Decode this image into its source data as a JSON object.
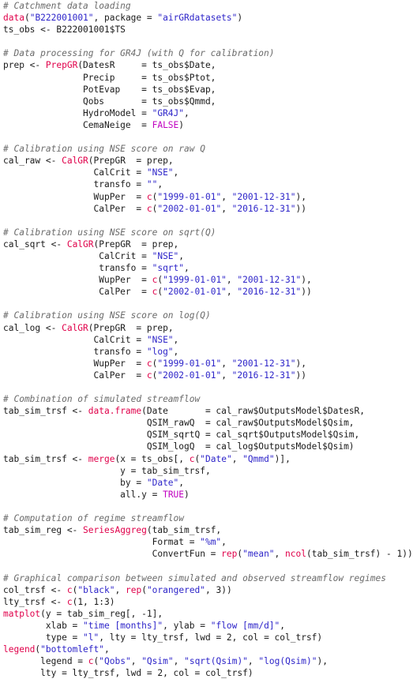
{
  "colors": {
    "comment": "#6b6b6b",
    "string": "#2d24c9",
    "function": "#e0004a",
    "constant": "#c000c0",
    "text": "#1a1a1a"
  },
  "lines": [
    [
      [
        "c",
        "# Catchment data loading"
      ]
    ],
    [
      [
        "f",
        "data"
      ],
      [
        "t",
        "("
      ],
      [
        "s",
        "\"B222001001\""
      ],
      [
        "t",
        ", package = "
      ],
      [
        "s",
        "\"airGRdatasets\""
      ],
      [
        "t",
        ")"
      ]
    ],
    [
      [
        "t",
        "ts_obs <- B222001001$TS"
      ]
    ],
    [],
    [
      [
        "c",
        "# Data processing for GR4J (with Q for calibration)"
      ]
    ],
    [
      [
        "t",
        "prep <- "
      ],
      [
        "f",
        "PrepGR"
      ],
      [
        "t",
        "(DatesR     = ts_obs$Date,"
      ]
    ],
    [
      [
        "t",
        "               Precip     = ts_obs$Ptot,"
      ]
    ],
    [
      [
        "t",
        "               PotEvap    = ts_obs$Evap,"
      ]
    ],
    [
      [
        "t",
        "               Qobs       = ts_obs$Qmmd,"
      ]
    ],
    [
      [
        "t",
        "               HydroModel = "
      ],
      [
        "s",
        "\"GR4J\""
      ],
      [
        "t",
        ","
      ]
    ],
    [
      [
        "t",
        "               CemaNeige  = "
      ],
      [
        "k",
        "FALSE"
      ],
      [
        "t",
        ")"
      ]
    ],
    [],
    [
      [
        "c",
        "# Calibration using NSE score on raw Q"
      ]
    ],
    [
      [
        "t",
        "cal_raw <- "
      ],
      [
        "f",
        "CalGR"
      ],
      [
        "t",
        "(PrepGR  = prep,"
      ]
    ],
    [
      [
        "t",
        "                 CalCrit = "
      ],
      [
        "s",
        "\"NSE\""
      ],
      [
        "t",
        ","
      ]
    ],
    [
      [
        "t",
        "                 transfo = "
      ],
      [
        "s",
        "\"\""
      ],
      [
        "t",
        ","
      ]
    ],
    [
      [
        "t",
        "                 WupPer  = "
      ],
      [
        "f",
        "c"
      ],
      [
        "t",
        "("
      ],
      [
        "s",
        "\"1999-01-01\""
      ],
      [
        "t",
        ", "
      ],
      [
        "s",
        "\"2001-12-31\""
      ],
      [
        "t",
        "),"
      ]
    ],
    [
      [
        "t",
        "                 CalPer  = "
      ],
      [
        "f",
        "c"
      ],
      [
        "t",
        "("
      ],
      [
        "s",
        "\"2002-01-01\""
      ],
      [
        "t",
        ", "
      ],
      [
        "s",
        "\"2016-12-31\""
      ],
      [
        "t",
        "))"
      ]
    ],
    [],
    [
      [
        "c",
        "# Calibration using NSE score on sqrt(Q)"
      ]
    ],
    [
      [
        "t",
        "cal_sqrt <- "
      ],
      [
        "f",
        "CalGR"
      ],
      [
        "t",
        "(PrepGR  = prep,"
      ]
    ],
    [
      [
        "t",
        "                  CalCrit = "
      ],
      [
        "s",
        "\"NSE\""
      ],
      [
        "t",
        ","
      ]
    ],
    [
      [
        "t",
        "                  transfo = "
      ],
      [
        "s",
        "\"sqrt\""
      ],
      [
        "t",
        ","
      ]
    ],
    [
      [
        "t",
        "                  WupPer  = "
      ],
      [
        "f",
        "c"
      ],
      [
        "t",
        "("
      ],
      [
        "s",
        "\"1999-01-01\""
      ],
      [
        "t",
        ", "
      ],
      [
        "s",
        "\"2001-12-31\""
      ],
      [
        "t",
        "),"
      ]
    ],
    [
      [
        "t",
        "                  CalPer  = "
      ],
      [
        "f",
        "c"
      ],
      [
        "t",
        "("
      ],
      [
        "s",
        "\"2002-01-01\""
      ],
      [
        "t",
        ", "
      ],
      [
        "s",
        "\"2016-12-31\""
      ],
      [
        "t",
        "))"
      ]
    ],
    [],
    [
      [
        "c",
        "# Calibration using NSE score on log(Q)"
      ]
    ],
    [
      [
        "t",
        "cal_log <- "
      ],
      [
        "f",
        "CalGR"
      ],
      [
        "t",
        "(PrepGR  = prep,"
      ]
    ],
    [
      [
        "t",
        "                 CalCrit = "
      ],
      [
        "s",
        "\"NSE\""
      ],
      [
        "t",
        ","
      ]
    ],
    [
      [
        "t",
        "                 transfo = "
      ],
      [
        "s",
        "\"log\""
      ],
      [
        "t",
        ","
      ]
    ],
    [
      [
        "t",
        "                 WupPer  = "
      ],
      [
        "f",
        "c"
      ],
      [
        "t",
        "("
      ],
      [
        "s",
        "\"1999-01-01\""
      ],
      [
        "t",
        ", "
      ],
      [
        "s",
        "\"2001-12-31\""
      ],
      [
        "t",
        "),"
      ]
    ],
    [
      [
        "t",
        "                 CalPer  = "
      ],
      [
        "f",
        "c"
      ],
      [
        "t",
        "("
      ],
      [
        "s",
        "\"2002-01-01\""
      ],
      [
        "t",
        ", "
      ],
      [
        "s",
        "\"2016-12-31\""
      ],
      [
        "t",
        "))"
      ]
    ],
    [],
    [
      [
        "c",
        "# Combination of simulated streamflow"
      ]
    ],
    [
      [
        "t",
        "tab_sim_trsf <- "
      ],
      [
        "f",
        "data.frame"
      ],
      [
        "t",
        "(Date       = cal_raw$OutputsModel$DatesR,"
      ]
    ],
    [
      [
        "t",
        "                           QSIM_rawQ  = cal_raw$OutputsModel$Qsim,"
      ]
    ],
    [
      [
        "t",
        "                           QSIM_sqrtQ = cal_sqrt$OutputsModel$Qsim,"
      ]
    ],
    [
      [
        "t",
        "                           QSIM_logQ  = cal_log$OutputsModel$Qsim)"
      ]
    ],
    [
      [
        "t",
        "tab_sim_trsf <- "
      ],
      [
        "f",
        "merge"
      ],
      [
        "t",
        "(x = ts_obs[, "
      ],
      [
        "f",
        "c"
      ],
      [
        "t",
        "("
      ],
      [
        "s",
        "\"Date\""
      ],
      [
        "t",
        ", "
      ],
      [
        "s",
        "\"Qmmd\""
      ],
      [
        "t",
        ")],"
      ]
    ],
    [
      [
        "t",
        "                      y = tab_sim_trsf,"
      ]
    ],
    [
      [
        "t",
        "                      by = "
      ],
      [
        "s",
        "\"Date\""
      ],
      [
        "t",
        ","
      ]
    ],
    [
      [
        "t",
        "                      all.y = "
      ],
      [
        "k",
        "TRUE"
      ],
      [
        "t",
        ")"
      ]
    ],
    [],
    [
      [
        "c",
        "# Computation of regime streamflow"
      ]
    ],
    [
      [
        "t",
        "tab_sim_reg <- "
      ],
      [
        "f",
        "SeriesAggreg"
      ],
      [
        "t",
        "(tab_sim_trsf,"
      ]
    ],
    [
      [
        "t",
        "                            Format = "
      ],
      [
        "s",
        "\"%m\""
      ],
      [
        "t",
        ","
      ]
    ],
    [
      [
        "t",
        "                            ConvertFun = "
      ],
      [
        "f",
        "rep"
      ],
      [
        "t",
        "("
      ],
      [
        "s",
        "\"mean\""
      ],
      [
        "t",
        ", "
      ],
      [
        "f",
        "ncol"
      ],
      [
        "t",
        "(tab_sim_trsf) - 1))"
      ]
    ],
    [],
    [
      [
        "c",
        "# Graphical comparison between simulated and observed streamflow regimes"
      ]
    ],
    [
      [
        "t",
        "col_trsf <- "
      ],
      [
        "f",
        "c"
      ],
      [
        "t",
        "("
      ],
      [
        "s",
        "\"black\""
      ],
      [
        "t",
        ", "
      ],
      [
        "f",
        "rep"
      ],
      [
        "t",
        "("
      ],
      [
        "s",
        "\"orangered\""
      ],
      [
        "t",
        ", 3))"
      ]
    ],
    [
      [
        "t",
        "lty_trsf <- "
      ],
      [
        "f",
        "c"
      ],
      [
        "t",
        "(1, 1:3)"
      ]
    ],
    [
      [
        "f",
        "matplot"
      ],
      [
        "t",
        "(y = tab_sim_reg[, -1],"
      ]
    ],
    [
      [
        "t",
        "        xlab = "
      ],
      [
        "s",
        "\"time [months]\""
      ],
      [
        "t",
        ", ylab = "
      ],
      [
        "s",
        "\"flow [mm/d]\""
      ],
      [
        "t",
        ","
      ]
    ],
    [
      [
        "t",
        "        type = "
      ],
      [
        "s",
        "\"l\""
      ],
      [
        "t",
        ", lty = lty_trsf, lwd = 2, col = col_trsf)"
      ]
    ],
    [
      [
        "f",
        "legend"
      ],
      [
        "t",
        "("
      ],
      [
        "s",
        "\"bottomleft\""
      ],
      [
        "t",
        ","
      ]
    ],
    [
      [
        "t",
        "       legend = "
      ],
      [
        "f",
        "c"
      ],
      [
        "t",
        "("
      ],
      [
        "s",
        "\"Qobs\""
      ],
      [
        "t",
        ", "
      ],
      [
        "s",
        "\"Qsim\""
      ],
      [
        "t",
        ", "
      ],
      [
        "s",
        "\"sqrt(Qsim)\""
      ],
      [
        "t",
        ", "
      ],
      [
        "s",
        "\"log(Qsim)\""
      ],
      [
        "t",
        "),"
      ]
    ],
    [
      [
        "t",
        "       lty = lty_trsf, lwd = 2, col = col_trsf)"
      ]
    ]
  ]
}
